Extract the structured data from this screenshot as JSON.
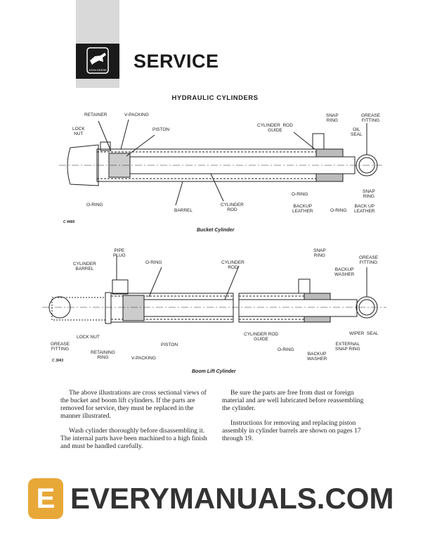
{
  "header": {
    "logo_text": "JOHN DEERE",
    "section": "SERVICE",
    "title": "HYDRAULIC CYLINDERS"
  },
  "bucket": {
    "caption": "Bucket Cylinder",
    "figure_no": "C 4466",
    "labels": [
      "RETAINER",
      "V-PACKING",
      "LOCK\nNUT",
      "PISTON",
      "CYLINDER  ROD\nGUIDE",
      "SNAP\nRING",
      "GREASE\nFITTING",
      "OIL\nSEAL",
      "O-RING",
      "BARREL",
      "CYLINDER\nROD",
      "O-RING",
      "SNAP\nRING",
      "BACKUP\nLEATHER",
      "O-RING",
      "BACK UP\nLEATHER"
    ]
  },
  "boom": {
    "caption": "Boom Lift Cylinder",
    "figure_no": "C 3043",
    "labels": [
      "PIPE\nPLUG",
      "CYLINDER\nBARREL",
      "O-RING",
      "CYLINDER\nROD",
      "SNAP\nRING",
      "GREASE\nFITTING",
      "BACKUP\nWASHER",
      "LOCK NUT",
      "GREASE\nFITTING",
      "RETAINING\nRING",
      "V-PACKING",
      "PISTON",
      "CYLINDER ROD\nGUIDE",
      "O-RING",
      "BACKUP\nWASHER",
      "WIPER  SEAL",
      "EXTERNAL\nSNAP RING"
    ]
  },
  "body": {
    "p1": "The above illustrations are cross sectional views of the bucket and boom lift cylinders. If the parts are removed for service, they must be replaced in the manner illustrated.",
    "p2": "Wash cylinder thoroughly before disassembling it. The internal parts have been machined to a high finish and must be handled carefully.",
    "p3": "Be sure the parts are free from dust or foreign material and are well lubricated before reassembling the cylinder.",
    "p4": "Instructions for removing and replacing piston assembly in cylinder barrels are shown on pages 17 through 19."
  },
  "watermark": {
    "text": "EVERYMANUALS.COM",
    "badge": "E",
    "color": "#e8a838"
  }
}
